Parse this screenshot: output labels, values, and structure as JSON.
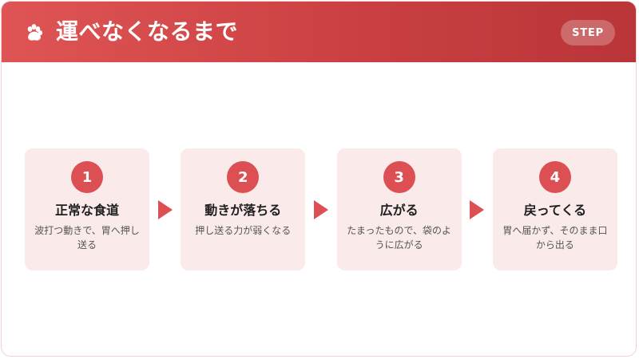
{
  "header": {
    "title": "運べなくなるまで",
    "badge": "STEP",
    "icon": "paw-icon",
    "colors": {
      "header_left": "#df5454",
      "header_right": "#b93538",
      "accent": "#dc4f52",
      "step_bg": "#fbeaea"
    }
  },
  "steps": [
    {
      "num": "1",
      "title": "正常な食道",
      "desc": "波打つ動きで、胃へ押し送る"
    },
    {
      "num": "2",
      "title": "動きが落ちる",
      "desc": "押し送る力が弱くなる"
    },
    {
      "num": "3",
      "title": "広がる",
      "desc": "たまったもので、袋のように広がる"
    },
    {
      "num": "4",
      "title": "戻ってくる",
      "desc": "胃へ届かず、そのまま口から出る"
    }
  ]
}
